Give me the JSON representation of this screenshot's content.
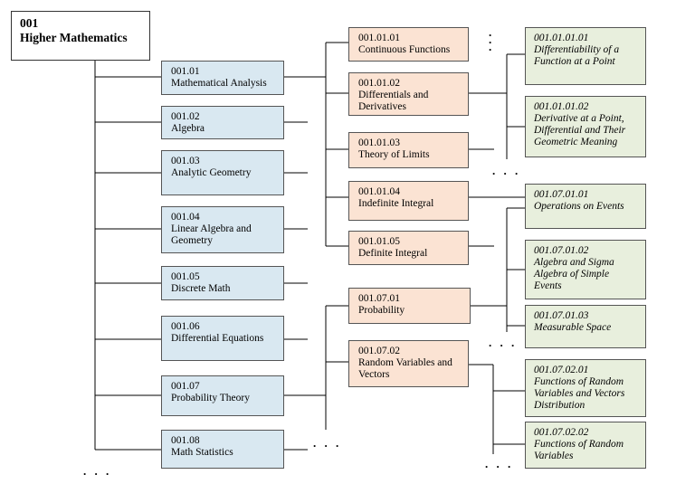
{
  "root": {
    "code": "001",
    "title": "Higher Mathematics"
  },
  "level1": [
    {
      "code": "001.01",
      "title": "Mathematical Analysis"
    },
    {
      "code": "001.02",
      "title": "Algebra"
    },
    {
      "code": "001.03",
      "title": "Analytic Geometry"
    },
    {
      "code": "001.04",
      "title": "Linear Algebra and Geometry"
    },
    {
      "code": "001.05",
      "title": "Discrete Math"
    },
    {
      "code": "001.06",
      "title": "Differential Equations"
    },
    {
      "code": "001.07",
      "title": "Probability Theory"
    },
    {
      "code": "001.08",
      "title": "Math Statistics"
    }
  ],
  "level2": [
    {
      "code": "001.01.01",
      "title": "Continuous Functions"
    },
    {
      "code": "001.01.02",
      "title": "Differentials and Derivatives"
    },
    {
      "code": "001.01.03",
      "title": "Theory of Limits"
    },
    {
      "code": "001.01.04",
      "title": "Indefinite Integral"
    },
    {
      "code": "001.01.05",
      "title": "Definite Integral"
    },
    {
      "code": "001.07.01",
      "title": "Probability"
    },
    {
      "code": "001.07.02",
      "title": "Random Variables and Vectors"
    }
  ],
  "level3": [
    {
      "code": "001.01.01.01",
      "title": "Differentiability of a Function at a Point"
    },
    {
      "code": "001.01.01.02",
      "title": "Derivative at a Point, Differential and Their Geometric Meaning"
    },
    {
      "code": "001.07.01.01",
      "title": "Operations on Events"
    },
    {
      "code": "001.07.01.02",
      "title": "Algebra and Sigma Algebra of Simple Events"
    },
    {
      "code": "001.07.01.03",
      "title": "Measurable Space"
    },
    {
      "code": "001.07.02.01",
      "title": "Functions of Random Variables and Vectors Distribution"
    },
    {
      "code": "001.07.02.02",
      "title": "Functions of Random Variables"
    }
  ],
  "ellipsis": ". . ."
}
